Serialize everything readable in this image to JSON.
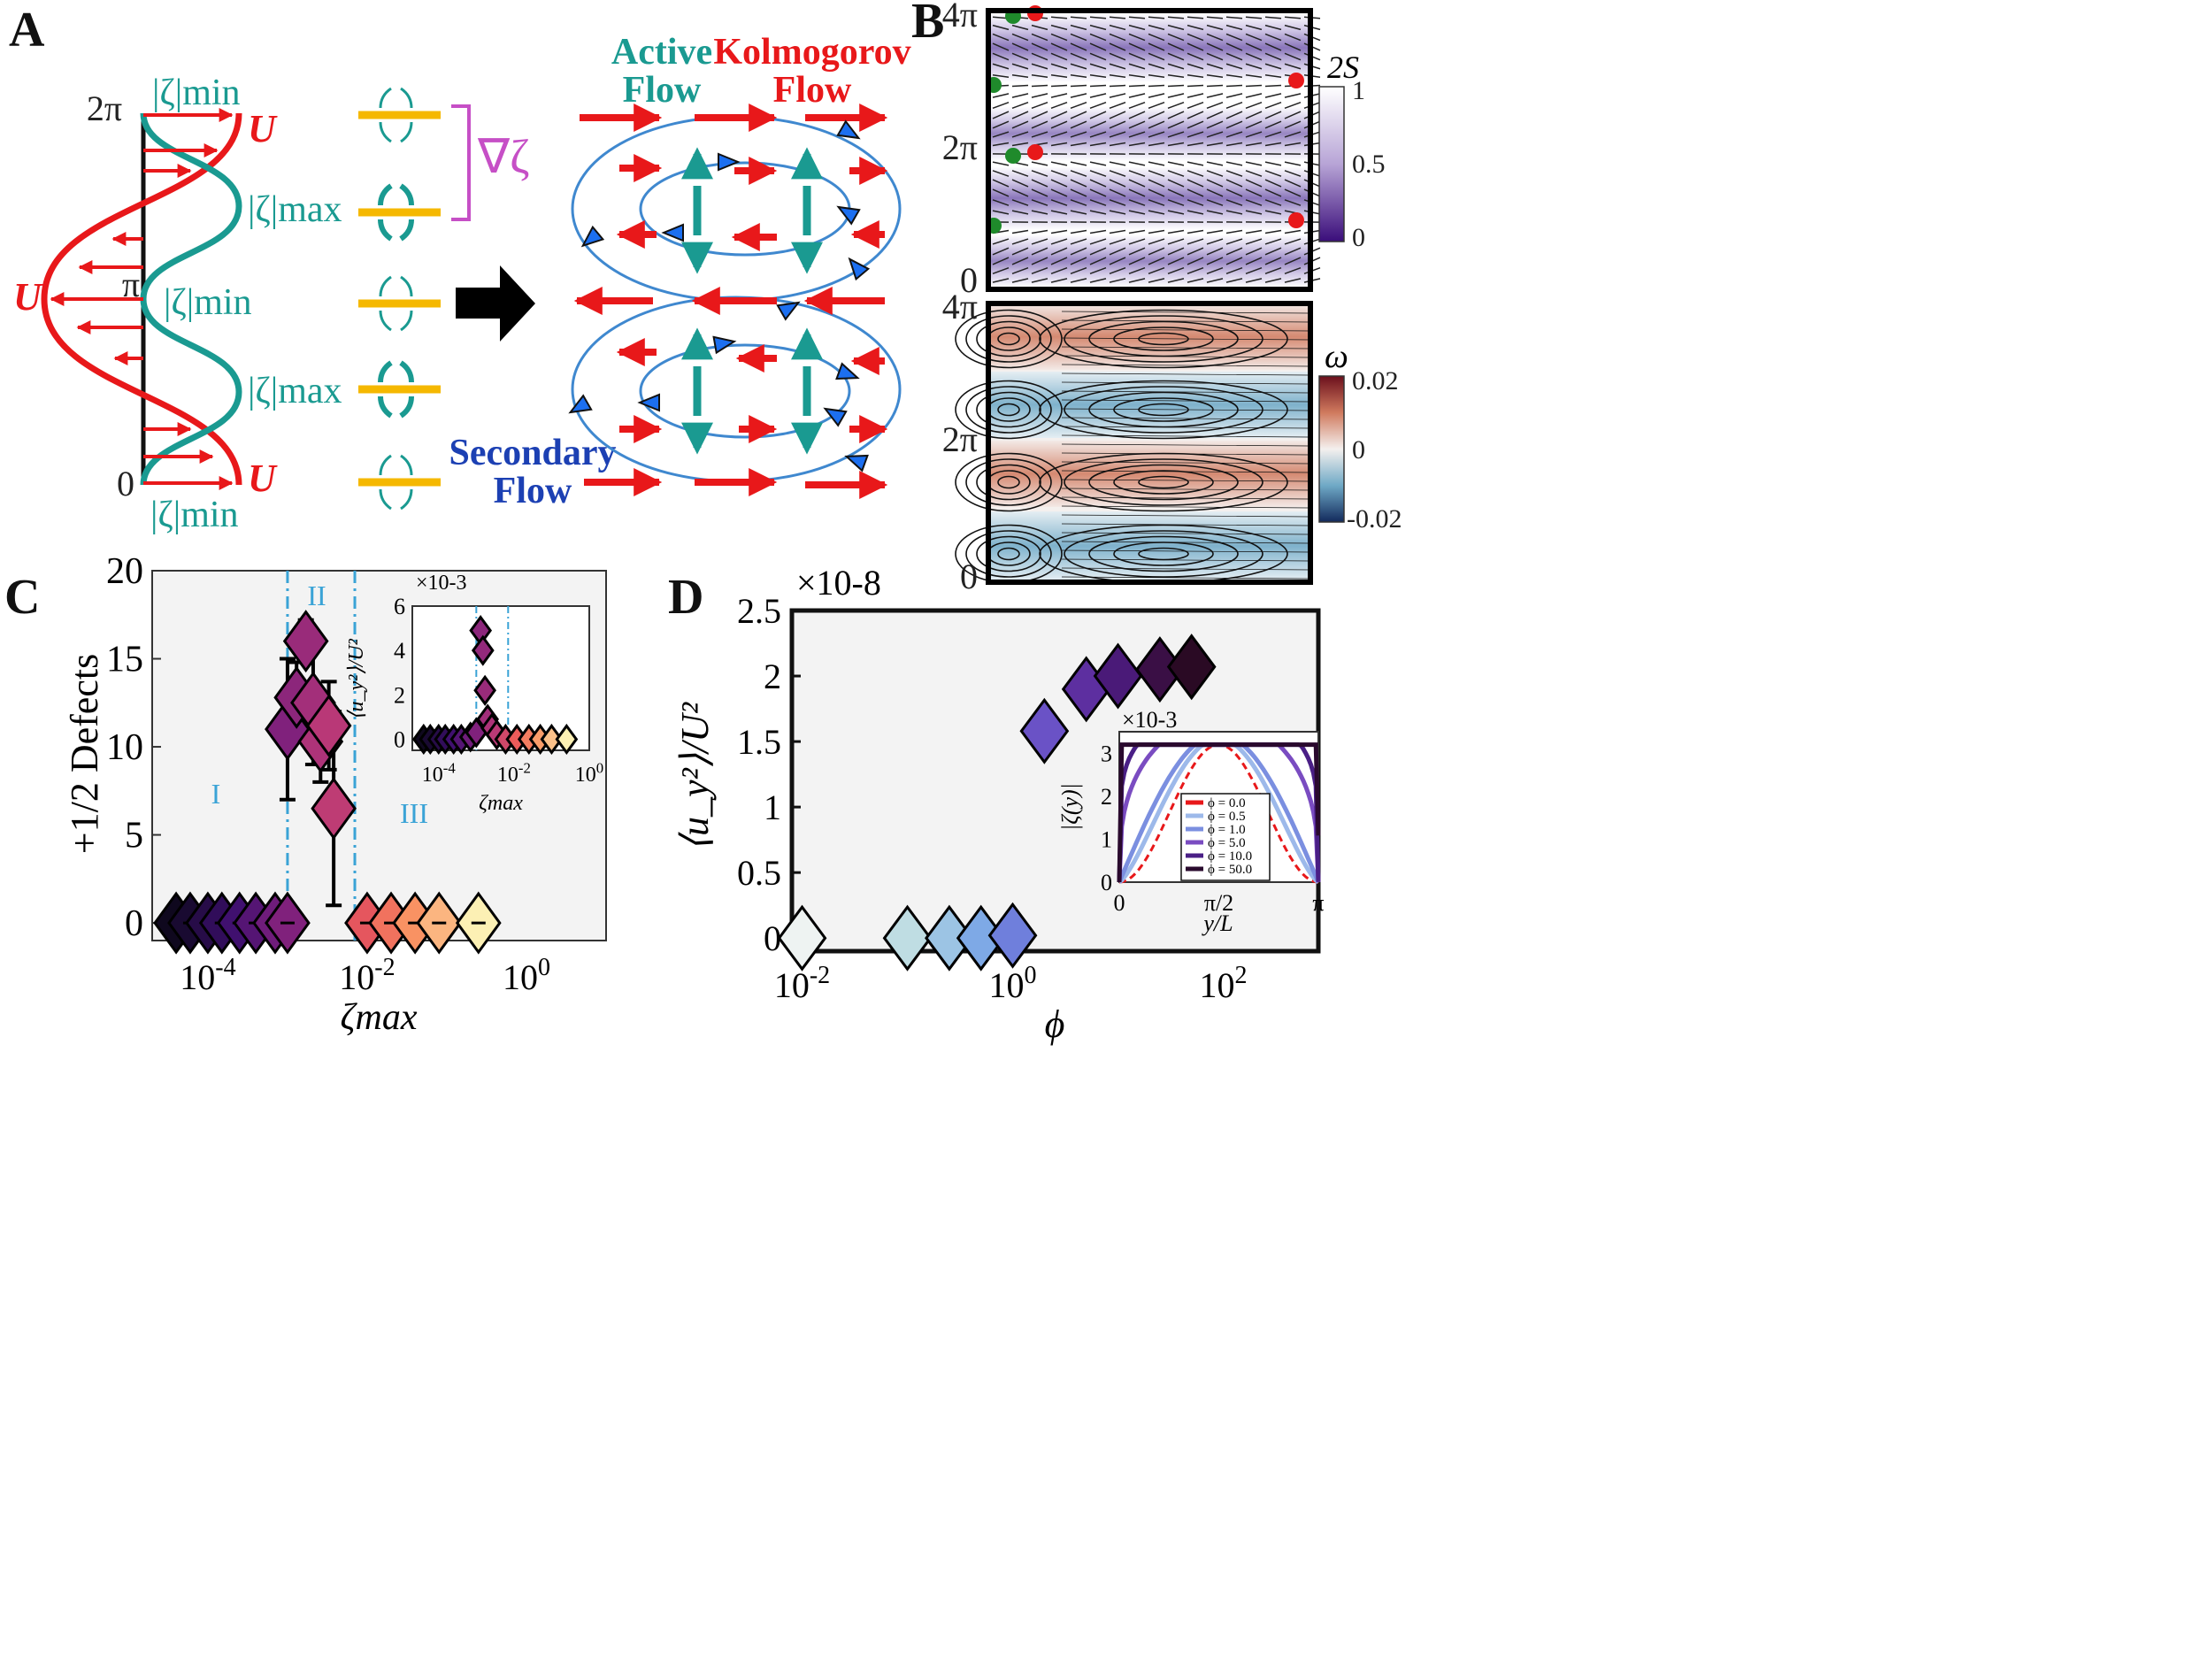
{
  "panels": {
    "a": {
      "letter": "A",
      "y_ticks": {
        "top": "2π",
        "mid": "π",
        "bottom": "0"
      },
      "labels": {
        "U_top": "U",
        "U_mid": "U",
        "U_bottom": "U",
        "zeta_min_top": "|ζ|min",
        "zeta_max_1": "|ζ|max",
        "zeta_min_mid": "|ζ|min",
        "zeta_max_2": "|ζ|max",
        "zeta_min_bottom": "|ζ|min",
        "grad_zeta": "∇ζ",
        "active_flow_1": "Active",
        "active_flow_2": "Flow",
        "kolmogorov_flow_1": "Kolmogorov",
        "kolmogorov_flow_2": "Flow",
        "secondary_flow_1": "Secondary",
        "secondary_flow_2": "Flow"
      },
      "colors": {
        "U": "#e8181a",
        "zeta": "#1a9a91",
        "secondary": "#1c40b3",
        "bands": "#f5b800",
        "grad": "#c64fc6"
      }
    },
    "b": {
      "letter": "B",
      "top": {
        "y_ticks": [
          "4π",
          "2π",
          "0"
        ],
        "colorbar_label": "2S",
        "cbar_ticks": [
          "1",
          "0.5",
          "0"
        ]
      },
      "bottom": {
        "y_ticks": [
          "4π",
          "2π",
          "0"
        ],
        "colorbar_label": "ω",
        "cbar_ticks": [
          "0.02",
          "0",
          "-0.02"
        ]
      }
    },
    "c": {
      "letter": "C",
      "ylabel": "+1/2 Defects",
      "xlabel": "ζmax",
      "y_ticks": [
        "20",
        "15",
        "10",
        "5",
        "0"
      ],
      "x_ticks": [
        "10-4",
        "10-2",
        "100"
      ],
      "regions": [
        "I",
        "II",
        "III"
      ],
      "inset": {
        "multiplier": "×10-3",
        "ylabel": "⟨u_y²⟩/U²",
        "xlabel": "ζmax",
        "y_ticks": [
          "6",
          "4",
          "2",
          "0"
        ],
        "x_ticks": [
          "10-4",
          "10-2",
          "100"
        ]
      }
    },
    "d": {
      "letter": "D",
      "ylabel": "⟨u_y²⟩/U²",
      "xlabel": "ϕ",
      "multiplier": "×10-8",
      "y_ticks": [
        "2.5",
        "2",
        "1.5",
        "1",
        "0.5",
        "0"
      ],
      "x_ticks": [
        "10-2",
        "100",
        "102"
      ],
      "inset": {
        "multiplier": "×10-3",
        "ylabel": "|ζ(y)|",
        "xlabel": "y/L",
        "y_ticks": [
          "3",
          "2",
          "1",
          "0"
        ],
        "x_ticks": [
          "0",
          "π/2",
          "π"
        ],
        "legend": [
          "ϕ = 0.0",
          "ϕ = 0.5",
          "ϕ = 1.0",
          "ϕ = 5.0",
          "ϕ = 10.0",
          "ϕ = 50.0"
        ],
        "legend_colors": [
          "#e8181a",
          "#9db9ea",
          "#7b8fe0",
          "#7a4cc1",
          "#4a1f86",
          "#2a0a2e"
        ]
      }
    }
  },
  "chart_data": [
    {
      "type": "scatter",
      "id": "C",
      "title": "",
      "xlabel": "ζmax",
      "ylabel": "+1/2 Defects",
      "xscale": "log",
      "xlim": [
        2e-05,
        10
      ],
      "ylim": [
        -1,
        20
      ],
      "region_boundaries": [
        0.001,
        0.007
      ],
      "points": [
        {
          "x": 4e-05,
          "y": 0,
          "err": 0
        },
        {
          "x": 6e-05,
          "y": 0,
          "err": 0
        },
        {
          "x": 0.0001,
          "y": 0,
          "err": 0
        },
        {
          "x": 0.00015,
          "y": 0,
          "err": 0
        },
        {
          "x": 0.00025,
          "y": 0,
          "err": 0
        },
        {
          "x": 0.0004,
          "y": 0,
          "err": 0
        },
        {
          "x": 0.0007,
          "y": 0,
          "err": 0
        },
        {
          "x": 0.001,
          "y": 0,
          "err": 0
        },
        {
          "x": 0.001,
          "y": 11,
          "err": 4
        },
        {
          "x": 0.0013,
          "y": 12.8,
          "err": 2
        },
        {
          "x": 0.0017,
          "y": 16,
          "err": 1.2
        },
        {
          "x": 0.0021,
          "y": 12.5,
          "err": 3.5
        },
        {
          "x": 0.0026,
          "y": 10.3,
          "err": 2.3
        },
        {
          "x": 0.0033,
          "y": 11.2,
          "err": 2.5
        },
        {
          "x": 0.0038,
          "y": 6.5,
          "err": 5.5
        },
        {
          "x": 0.01,
          "y": 0,
          "err": 0
        },
        {
          "x": 0.02,
          "y": 0,
          "err": 0
        },
        {
          "x": 0.04,
          "y": 0,
          "err": 0
        },
        {
          "x": 0.08,
          "y": 0,
          "err": 0
        },
        {
          "x": 0.25,
          "y": 0,
          "err": 0
        }
      ]
    },
    {
      "type": "scatter",
      "id": "C-inset",
      "xlabel": "ζmax",
      "ylabel": "⟨u_y²⟩/U²",
      "xscale": "log",
      "xlim": [
        2e-05,
        1
      ],
      "ylim": [
        -0.5,
        6
      ],
      "multiplier": "×10-3",
      "points": [
        {
          "x": 4e-05,
          "y": 0
        },
        {
          "x": 6e-05,
          "y": 0
        },
        {
          "x": 0.0001,
          "y": 0
        },
        {
          "x": 0.00015,
          "y": 0
        },
        {
          "x": 0.00025,
          "y": 0
        },
        {
          "x": 0.0004,
          "y": 0
        },
        {
          "x": 0.0007,
          "y": 0.1
        },
        {
          "x": 0.001,
          "y": 0.3
        },
        {
          "x": 0.0013,
          "y": 4.9
        },
        {
          "x": 0.0015,
          "y": 4
        },
        {
          "x": 0.0017,
          "y": 2.2
        },
        {
          "x": 0.002,
          "y": 0.9
        },
        {
          "x": 0.0026,
          "y": 0.5
        },
        {
          "x": 0.0035,
          "y": 0.2
        },
        {
          "x": 0.006,
          "y": 0
        },
        {
          "x": 0.012,
          "y": 0
        },
        {
          "x": 0.025,
          "y": 0
        },
        {
          "x": 0.05,
          "y": 0
        },
        {
          "x": 0.1,
          "y": 0
        },
        {
          "x": 0.25,
          "y": 0
        }
      ]
    },
    {
      "type": "scatter",
      "id": "D",
      "xlabel": "ϕ",
      "ylabel": "⟨u_y²⟩/U²",
      "xscale": "log",
      "xlim": [
        0.008,
        800
      ],
      "ylim": [
        -0.1,
        2.5
      ],
      "multiplier": "×10-8",
      "points": [
        {
          "x": 0.01,
          "y": 0
        },
        {
          "x": 0.1,
          "y": 0
        },
        {
          "x": 0.25,
          "y": 0
        },
        {
          "x": 0.5,
          "y": 0
        },
        {
          "x": 1.0,
          "y": 0.02
        },
        {
          "x": 2.0,
          "y": 1.58
        },
        {
          "x": 5.0,
          "y": 1.9
        },
        {
          "x": 10.0,
          "y": 2.0
        },
        {
          "x": 25.0,
          "y": 2.05
        },
        {
          "x": 50.0,
          "y": 2.07
        }
      ]
    },
    {
      "type": "line",
      "id": "D-inset",
      "xlabel": "y/L",
      "ylabel": "|ζ(y)|",
      "xlim": [
        0,
        3.1416
      ],
      "ylim": [
        0,
        3.5
      ],
      "multiplier": "×10-3",
      "series": [
        {
          "name": "ϕ = 0.0",
          "phi": 0.0
        },
        {
          "name": "ϕ = 0.5",
          "phi": 0.5
        },
        {
          "name": "ϕ = 1.0",
          "phi": 1.0
        },
        {
          "name": "ϕ = 5.0",
          "phi": 5.0
        },
        {
          "name": "ϕ = 10.0",
          "phi": 10.0
        },
        {
          "name": "ϕ = 50.0",
          "phi": 50.0
        }
      ],
      "peak": 3.2
    }
  ]
}
